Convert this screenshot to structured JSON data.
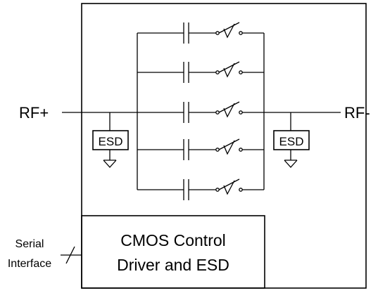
{
  "ports": {
    "rf_plus": "RF+",
    "rf_minus": "RF-"
  },
  "esd_left": "ESD",
  "esd_right": "ESD",
  "control": {
    "line1": "CMOS Control",
    "line2": "Driver and ESD"
  },
  "serial": {
    "line1": "Serial",
    "line2": "Interface"
  },
  "branches": [
    {
      "element": "capacitor",
      "switch": "switch",
      "switch_state": "open"
    },
    {
      "element": "capacitor",
      "switch": "switch",
      "switch_state": "open"
    },
    {
      "element": "capacitor",
      "switch": "switch",
      "switch_state": "open"
    },
    {
      "element": "capacitor",
      "switch": "switch",
      "switch_state": "open"
    },
    {
      "element": "capacitor",
      "switch": "switch",
      "switch_state": "open"
    }
  ],
  "colors": {
    "line": "#000000",
    "background": "#ffffff"
  }
}
